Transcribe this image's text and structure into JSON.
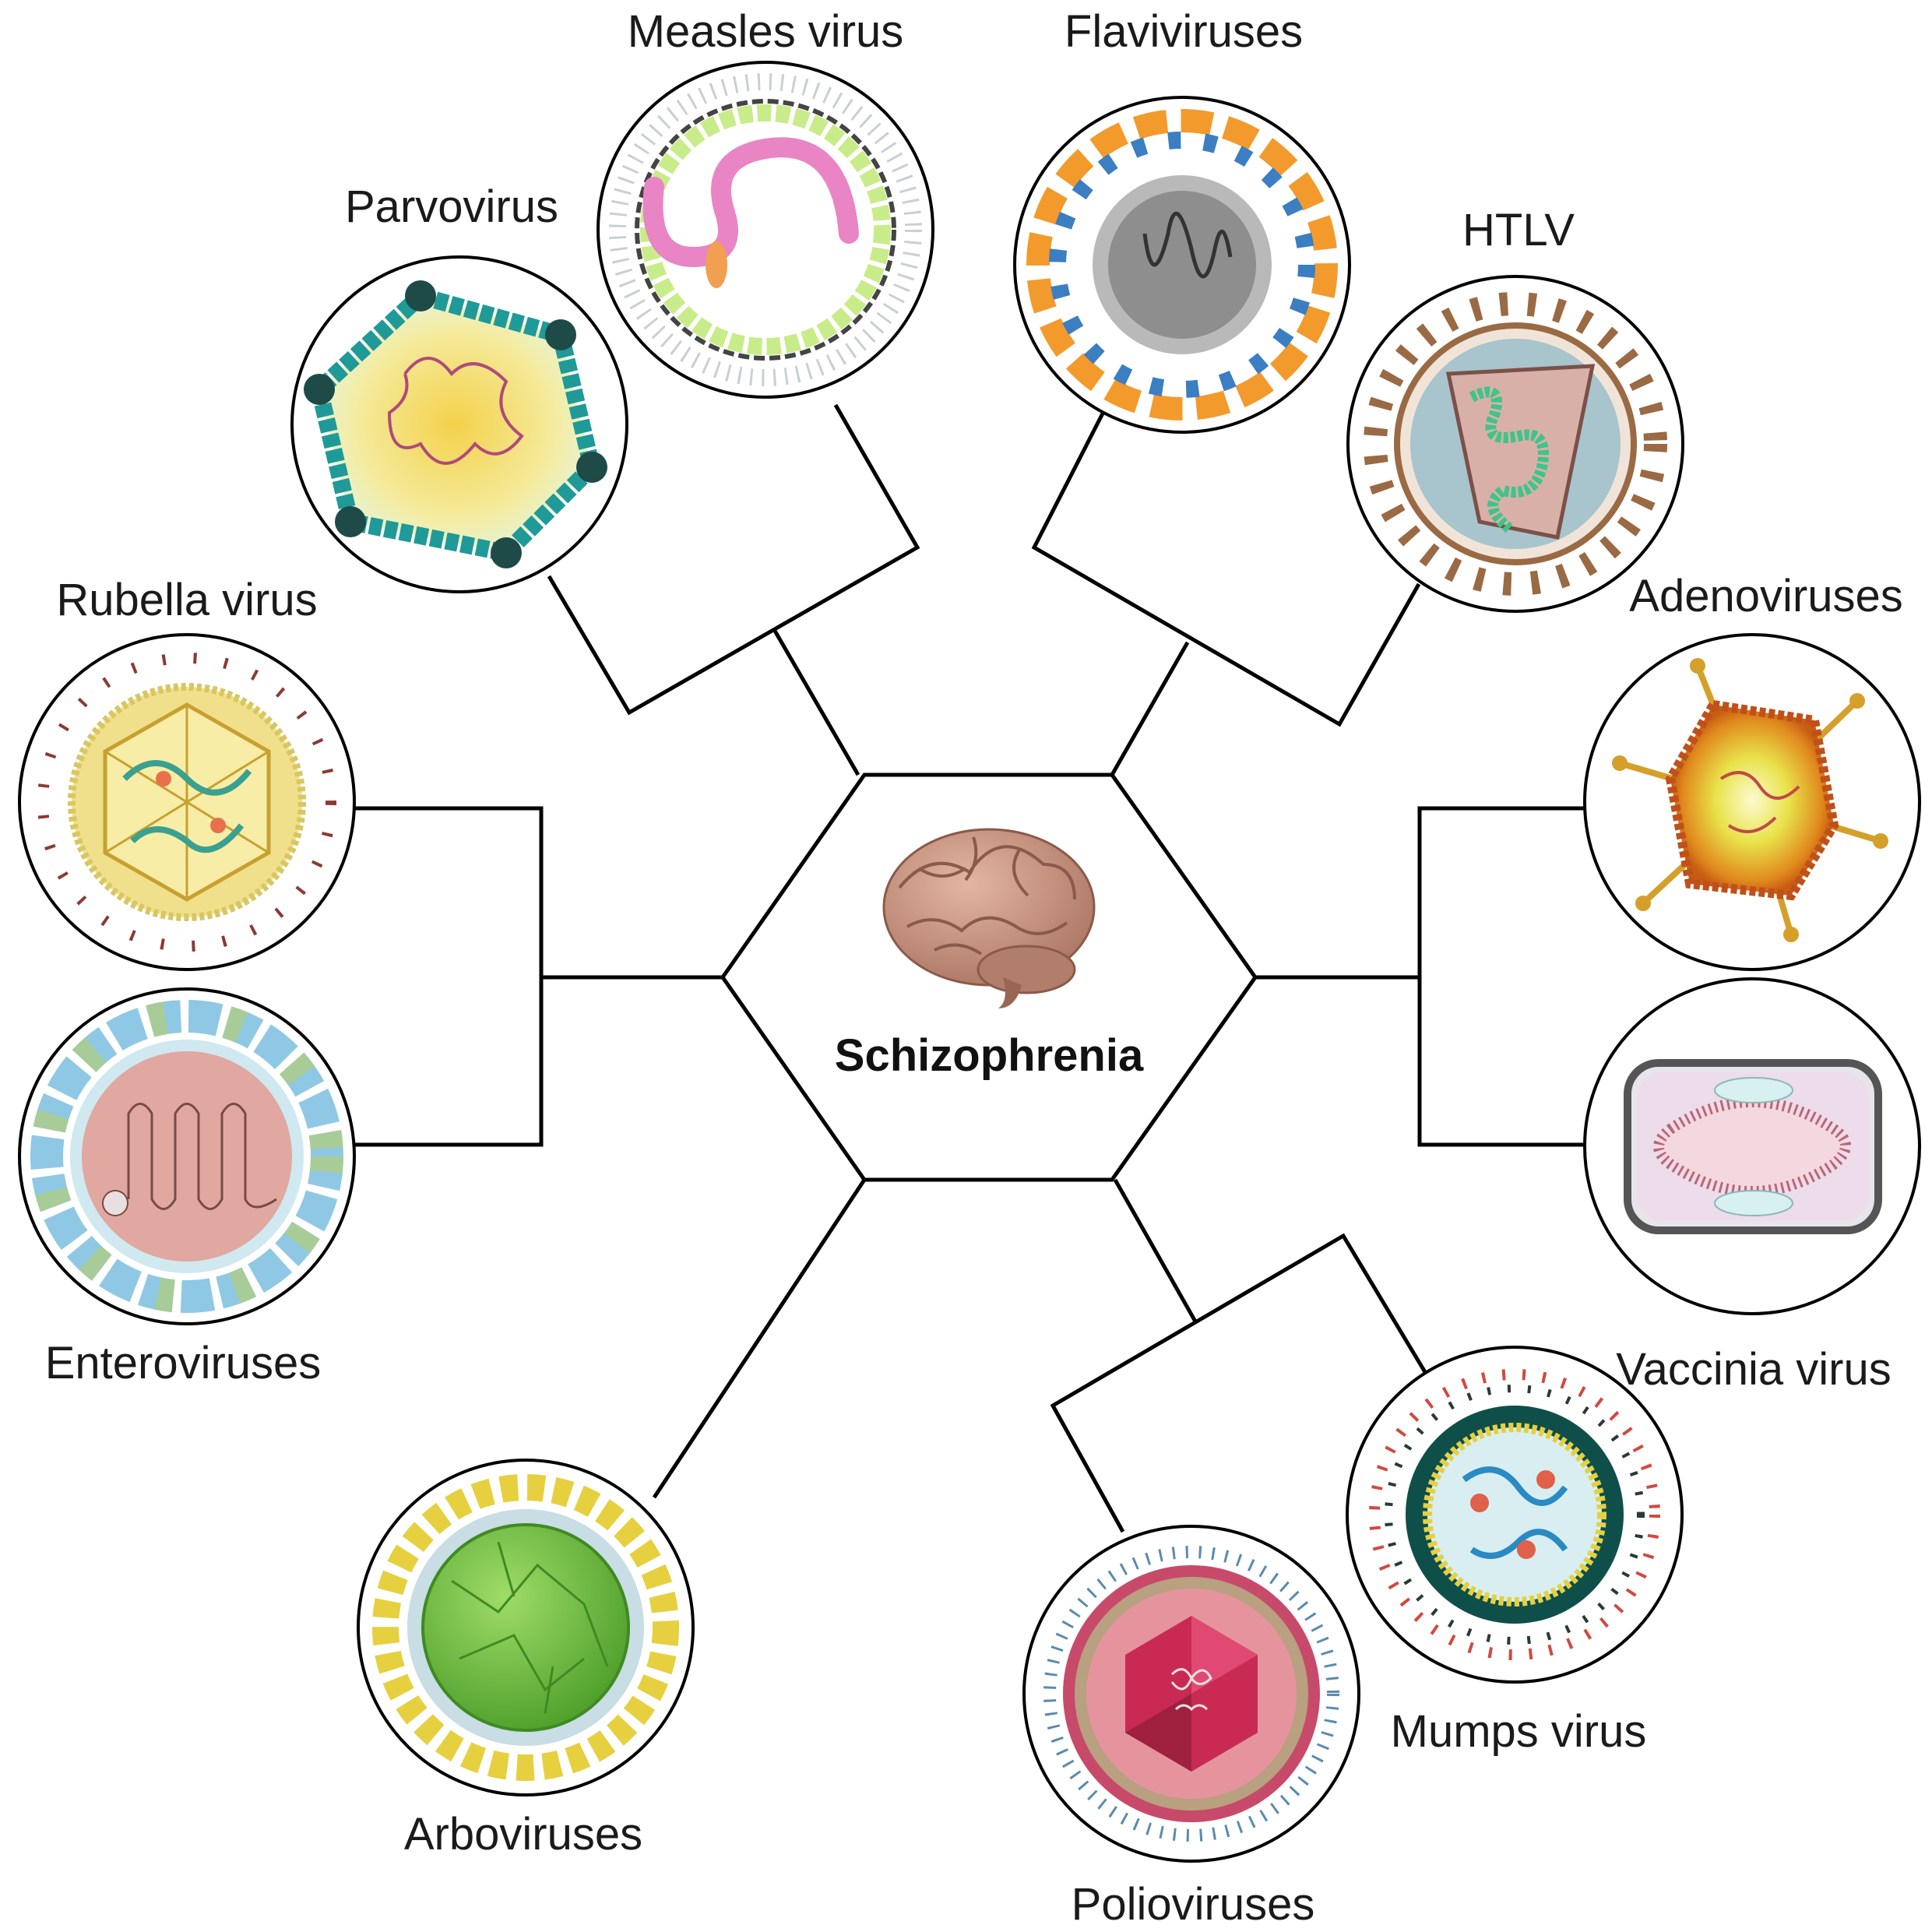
{
  "center": {
    "title": "Schizophrenia",
    "icon": "brain-icon"
  },
  "viruses": {
    "measles": {
      "label": "Measles virus",
      "icon": "measles-virus-icon"
    },
    "flavi": {
      "label": "Flaviviruses",
      "icon": "flavivirus-icon"
    },
    "parvo": {
      "label": "Parvovirus",
      "icon": "parvovirus-icon"
    },
    "htlv": {
      "label": "HTLV",
      "icon": "htlv-icon"
    },
    "rubella": {
      "label": "Rubella virus",
      "icon": "rubella-virus-icon"
    },
    "adeno": {
      "label": "Adenoviruses",
      "icon": "adenovirus-icon"
    },
    "entero": {
      "label": "Enteroviruses",
      "icon": "enterovirus-icon"
    },
    "vaccinia": {
      "label": "Vaccinia virus",
      "icon": "vaccinia-virus-icon"
    },
    "arbo": {
      "label": "Arboviruses",
      "icon": "arbovirus-icon"
    },
    "mumps": {
      "label": "Mumps virus",
      "icon": "mumps-virus-icon"
    },
    "polio": {
      "label": "Polioviruses",
      "icon": "poliovirus-icon"
    }
  },
  "colors": {
    "line": "#000000",
    "brain": "#c4907c",
    "parvo_bead": "#1f9a98",
    "measles_bead": "#c9ec8a",
    "measles_rna": "#e985c4",
    "flavi_orange": "#f39a2c",
    "flavi_blue": "#3b7ec2",
    "htlv_spike": "#9a6a44",
    "htlv_rna": "#3fc48a",
    "rubella_yellow": "#f0e08c",
    "adeno_orange": "#e06a1a",
    "entero_pink": "#e0a8a0",
    "entero_blue": "#8fc8e4",
    "vaccinia_pink": "#e8c8d0",
    "arbo_green": "#6fbf3a",
    "mumps_teal": "#0f4f4a",
    "polio_pink": "#e5949e"
  }
}
